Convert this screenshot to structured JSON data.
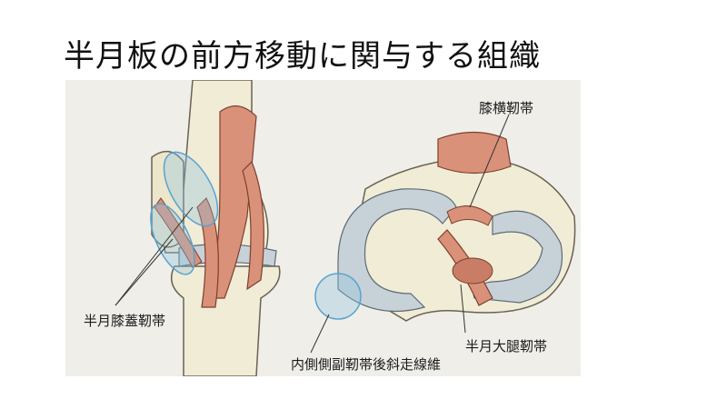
{
  "slide": {
    "title": "半月板の前方移動に関与する組織"
  },
  "figure": {
    "labels": {
      "transverse_ligament": "膝横靭帯",
      "meniscopatellar_ligament": "半月膝蓋靭帯",
      "meniscofemoral_ligament": "半月大腿靭帯",
      "mcl_posterior_oblique": "内側側副靭帯後斜走線維"
    },
    "colors": {
      "bone": "#f1ecd6",
      "muscle": "#d9917a",
      "meniscus": "#c7d2d8",
      "highlight": "#8fc3df"
    }
  }
}
